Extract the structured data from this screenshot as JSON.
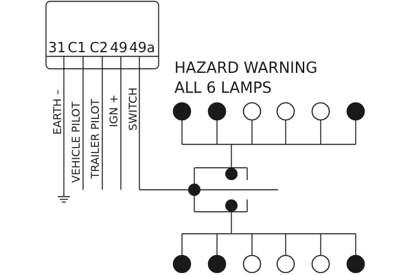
{
  "relay": {
    "terminals": [
      "31",
      "C1",
      "C2",
      "49",
      "49a"
    ]
  },
  "wires": {
    "earth": "EARTH –",
    "vehicle_pilot": "VEHICLE PILOT",
    "trailer_pilot": "TRAILER PILOT",
    "ignition": "IGN +",
    "switch": "SWITCH"
  },
  "heading": {
    "line1": "HAZARD WARNING",
    "line2": "ALL 6 LAMPS"
  },
  "lamps": {
    "top_row": [
      "on",
      "on",
      "off",
      "off",
      "off",
      "on"
    ],
    "bottom_row": [
      "on",
      "on",
      "off",
      "off",
      "off",
      "on"
    ]
  },
  "colors": {
    "ink": "#1a1a1a",
    "lamp_lit": "#1a1a1a",
    "lamp_unlit": "#ffffff"
  }
}
